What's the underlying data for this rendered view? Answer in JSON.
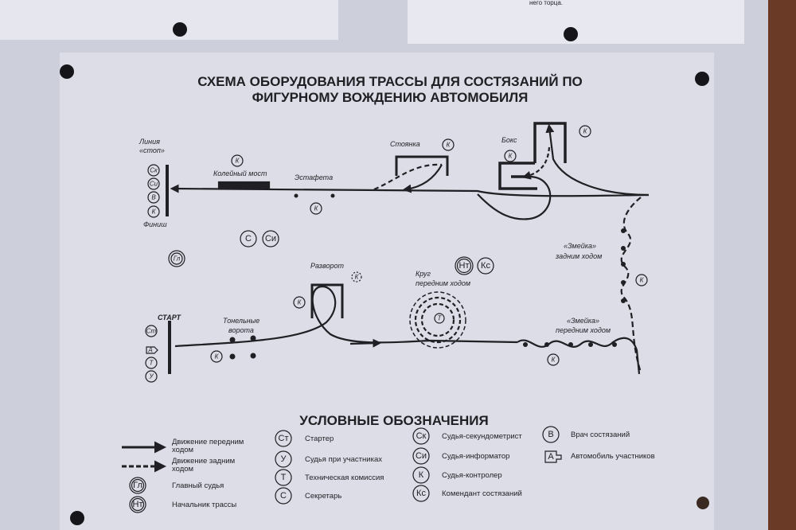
{
  "top_notice": {
    "text": "него торца."
  },
  "title": {
    "line1": "СХЕМА ОБОРУДОВАНИЯ ТРАССЫ ДЛЯ СОСТЯЗАНИЙ ПО",
    "line2": "ФИГУРНОМУ ВОЖДЕНИЮ АВТОМОБИЛЯ"
  },
  "diagram": {
    "stop_line": {
      "line1": "Линия",
      "line2": "«стоп»"
    },
    "finish": "Финиш",
    "finish_marks": [
      "Ск",
      "Си",
      "В",
      "К"
    ],
    "rut_bridge": "Колейный мост",
    "relay": "Эстафета",
    "parking": "Стоянка",
    "box": "Бокс",
    "snake_reverse": {
      "line1": "«Змейка»",
      "line2": "задним ходом"
    },
    "snake_forward": {
      "line1": "«Змейка»",
      "line2": "передним ходом"
    },
    "u_turn": "Разворот",
    "circle": {
      "line1": "Круг",
      "line2": "передним ходом"
    },
    "tunnel_gates": {
      "line1": "Тонельные",
      "line2": "ворота"
    },
    "start": "СТАРТ",
    "start_marks": [
      "Ст",
      "А",
      "Т",
      "У"
    ],
    "controller": "К",
    "center_marks": [
      "С",
      "Си"
    ],
    "chief_judge": "Гл",
    "top_marks": [
      "Нт",
      "Кс"
    ],
    "circle_center": "Т"
  },
  "legend": {
    "title": "УСЛОВНЫЕ ОБОЗНАЧЕНИЯ",
    "forward": {
      "line1": "Движение передним",
      "line2": "ходом"
    },
    "reverse": {
      "line1": "Движение задним",
      "line2": "ходом"
    },
    "items": [
      {
        "code": "Гл",
        "label": "Главный судья"
      },
      {
        "code": "Нт",
        "label": "Начальник трассы"
      },
      {
        "code": "Ст",
        "label": "Стартер"
      },
      {
        "code": "У",
        "label": "Судья при участниках"
      },
      {
        "code": "Т",
        "label": "Техническая комиссия"
      },
      {
        "code": "С",
        "label": "Секретарь"
      },
      {
        "code": "Ск",
        "label": "Судья-секундометрист"
      },
      {
        "code": "Си",
        "label": "Судья-информатор"
      },
      {
        "code": "К",
        "label": "Судья-контролер"
      },
      {
        "code": "Кс",
        "label": "Комендант состязаний"
      },
      {
        "code": "В",
        "label": "Врач состязаний"
      },
      {
        "code": "А",
        "label": "Автомобиль участников"
      }
    ]
  },
  "colors": {
    "board": "#c9cbd6",
    "paper": "#e2e3ea",
    "ink": "#1f1f24",
    "wood": "#6b3a26"
  }
}
